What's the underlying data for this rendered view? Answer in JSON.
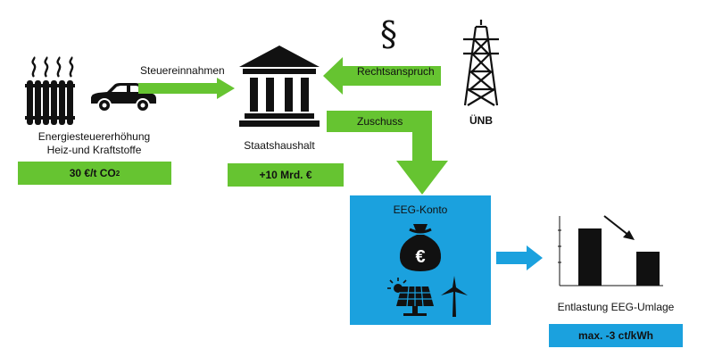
{
  "left": {
    "caption_line1": "Energiesteuererhöhung",
    "caption_line2": "Heiz-und Kraftstoffe",
    "price_box": "30 €/t CO",
    "price_sub": "2",
    "arrow_label": "Steuereinnahmen"
  },
  "center": {
    "caption": "Staatshaushalt",
    "amount_box": "+10 Mrd. €"
  },
  "right_top": {
    "paragraph_symbol": "§",
    "claim_label": "Rechtsanspruch",
    "grant_label": "Zuschuss",
    "operator_label": "ÜNB"
  },
  "eeg": {
    "title": "EEG-Konto",
    "euro_symbol": "€"
  },
  "result": {
    "caption": "Entlastung EEG-Umlage",
    "value_box": "max. -3 ct/kWh"
  },
  "colors": {
    "green": "#66c431",
    "blue": "#1ba1de",
    "black": "#111111"
  },
  "icons": [
    "heat-waves-icon",
    "radiator-icon",
    "car-icon",
    "government-building-icon",
    "paragraph-icon",
    "power-pylon-icon",
    "money-bag-icon",
    "solar-panel-icon",
    "wind-turbine-icon",
    "bar-chart-icon"
  ]
}
